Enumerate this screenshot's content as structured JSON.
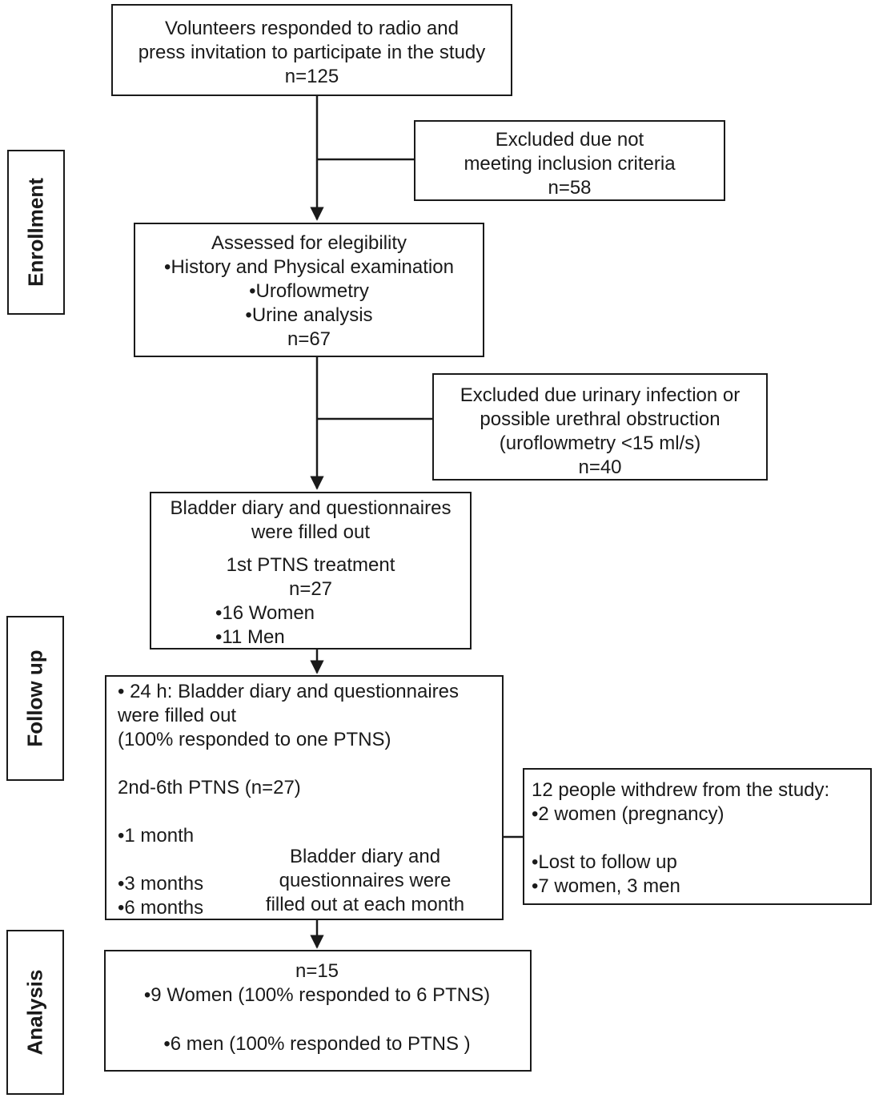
{
  "stages": {
    "enrollment": "Enrollment",
    "follow_up": "Follow up",
    "analysis": "Analysis"
  },
  "box1": [
    "Volunteers responded to radio and",
    "press invitation to participate in the study",
    "n=125"
  ],
  "excluded1": [
    "Excluded due not",
    "meeting inclusion criteria",
    "n=58"
  ],
  "box2": [
    "Assessed for elegibility",
    "•History and Physical examination",
    "•Uroflowmetry",
    "•Urine analysis",
    "n=67"
  ],
  "excluded2": [
    "Excluded due urinary infection or",
    "possible urethral obstruction",
    "(uroflowmetry  <15 ml/s)",
    "n=40"
  ],
  "box3": {
    "lines_top": [
      "Bladder diary and questionnaires",
      "were filled out"
    ],
    "lines_mid": [
      "1st PTNS treatment",
      "n=27"
    ],
    "lines_list": [
      "•16 Women",
      "•11 Men"
    ]
  },
  "box4": {
    "intro": [
      "• 24 h: Bladder diary and questionnaires",
      "were filled out",
      "(100% responded to one PTNS)"
    ],
    "ptns": "2nd-6th PTNS (n=27)",
    "m1": "•1 month",
    "m3": "•3 months",
    "m6": "•6 months",
    "note": [
      "Bladder diary and",
      "questionnaires were",
      "filled out at each month"
    ]
  },
  "withdrew": {
    "title": "12 people withdrew from the study:",
    "l1": "•2 women (pregnancy)",
    "l2": "•Lost to follow up",
    "l3": "•7 women, 3 men"
  },
  "box5": [
    "n=15",
    "•9 Women (100% responded to 6 PTNS)",
    "•6 men (100% responded to PTNS )"
  ]
}
